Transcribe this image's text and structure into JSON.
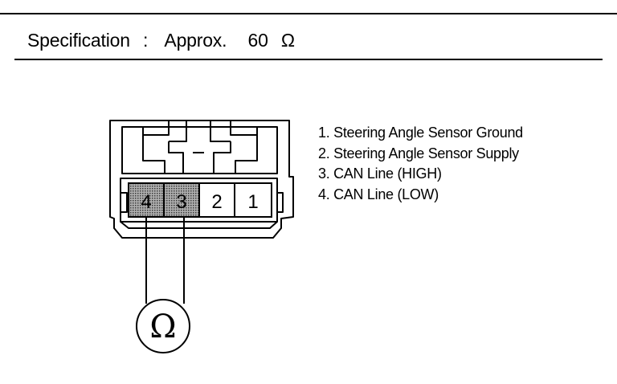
{
  "specification": {
    "label": "Specification",
    "separator": ":",
    "approx": "Approx.",
    "value": "60",
    "unit": "Ω"
  },
  "connector": {
    "pins": [
      {
        "number": "4",
        "highlighted": true
      },
      {
        "number": "3",
        "highlighted": true
      },
      {
        "number": "2",
        "highlighted": false
      },
      {
        "number": "1",
        "highlighted": false
      }
    ]
  },
  "meter": {
    "symbol": "Ω"
  },
  "legend": {
    "items": [
      "1. Steering Angle Sensor Ground",
      "2. Steering Angle Sensor Supply",
      "3. CAN Line (HIGH)",
      "4. CAN Line (LOW)"
    ]
  },
  "colors": {
    "ink": "#000000",
    "pin_highlight": "#8f8f8f",
    "background": "#ffffff"
  }
}
